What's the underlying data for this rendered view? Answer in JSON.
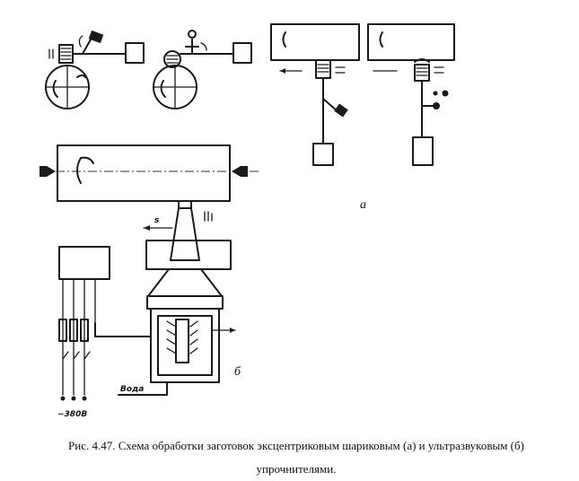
{
  "figure": {
    "labels": {
      "a": "а",
      "b": "б",
      "feed_s": "s",
      "water": "Вода",
      "voltage": "~380В"
    }
  },
  "caption": {
    "text": "Рис. 4.47. Схема обработки заготовок эксцентриковым шариковым (а) и ультразвуковым (б) упрочнителями."
  }
}
